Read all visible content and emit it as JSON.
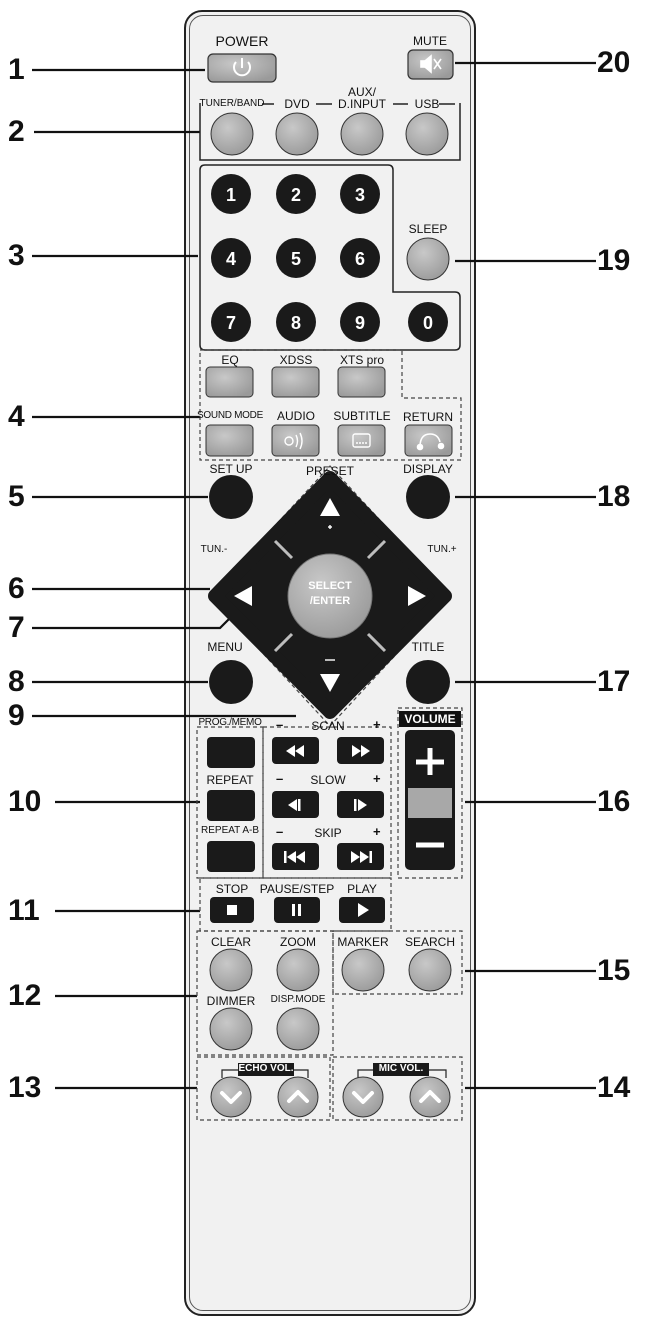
{
  "callouts": {
    "c1": "1",
    "c2": "2",
    "c3": "3",
    "c4": "4",
    "c5": "5",
    "c6": "6",
    "c7": "7",
    "c8": "8",
    "c9": "9",
    "c10": "10",
    "c11": "11",
    "c12": "12",
    "c13": "13",
    "c14": "14",
    "c15": "15",
    "c16": "16",
    "c17": "17",
    "c18": "18",
    "c19": "19",
    "c20": "20"
  },
  "buttons": {
    "power": "POWER",
    "mute": "MUTE",
    "tuner_band": "TUNER/BAND",
    "dvd": "DVD",
    "aux_line1": "AUX/",
    "aux_line2": "D.INPUT",
    "usb": "USB",
    "digits": [
      "1",
      "2",
      "3",
      "4",
      "5",
      "6",
      "7",
      "8",
      "9",
      "0"
    ],
    "sleep": "SLEEP",
    "eq": "EQ",
    "xdss": "XDSS",
    "xts_pro": "XTS pro",
    "sound_mode": "SOUND MODE",
    "audio": "AUDIO",
    "subtitle": "SUBTITLE",
    "return": "RETURN",
    "setup": "SET UP",
    "preset": "PRESET",
    "display": "DISPLAY",
    "tun_minus": "TUN.-",
    "tun_plus": "TUN.+",
    "select_line1": "SELECT",
    "select_line2": "/ENTER",
    "menu": "MENU",
    "title": "TITLE",
    "prog_memo": "PROG./MEMO",
    "repeat": "REPEAT",
    "repeat_ab": "REPEAT A-B",
    "scan": "SCAN",
    "slow": "SLOW",
    "skip": "SKIP",
    "volume": "VOLUME",
    "stop": "STOP",
    "pause_step": "PAUSE/STEP",
    "play": "PLAY",
    "clear": "CLEAR",
    "zoom": "ZOOM",
    "marker": "MARKER",
    "search": "SEARCH",
    "dimmer": "DIMMER",
    "disp_mode": "DISP.MODE",
    "echo_vol": "ECHO VOL.",
    "mic_vol": "MIC VOL."
  },
  "icons": {
    "power": "power-icon",
    "mute": "speaker-mute-icon",
    "audio": "audio-waves-icon",
    "subtitle": "subtitle-icon",
    "return": "return-arrow-icon",
    "rewind": "rewind-icon",
    "forward": "fast-forward-icon",
    "slow_back": "slow-reverse-icon",
    "slow_fwd": "slow-forward-icon",
    "skip_back": "skip-previous-icon",
    "skip_fwd": "skip-next-icon",
    "stop": "stop-icon",
    "pause": "pause-icon",
    "play": "play-icon"
  },
  "colors": {
    "black_button": "#1a1a1a",
    "gray_button": "#a8a8a8",
    "body": "#f1f1f1"
  }
}
